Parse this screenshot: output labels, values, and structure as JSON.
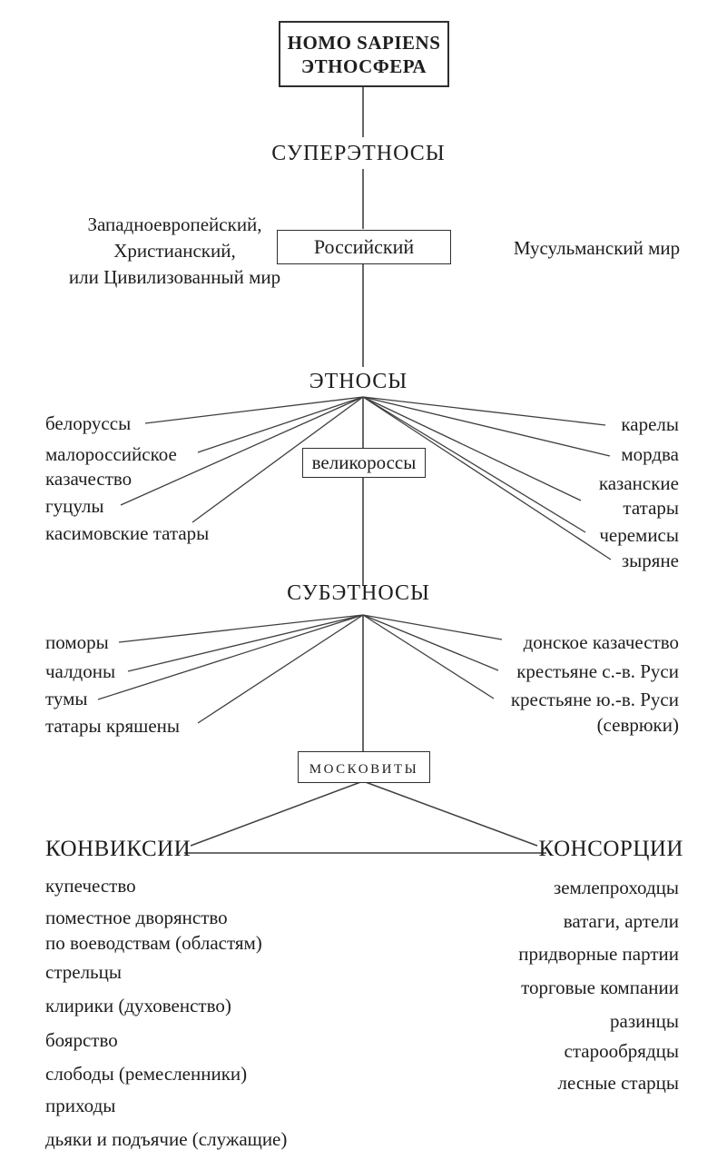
{
  "root": {
    "title": "HOMO SAPIENS\nЭТНОСФЕРА"
  },
  "levels": {
    "superethnos": "СУПЕРЭТНОСЫ",
    "ethnos": "ЭТНОСЫ",
    "subethnos": "СУБЭТНОСЫ",
    "convixia": "КОНВИКСИИ",
    "consortia": "КОНСОРЦИИ"
  },
  "superethnos": {
    "west": "Западноевропейский,\nХристианский,\nили Цивилизованный мир",
    "russian": "Российский",
    "muslim": "Мусульманский мир"
  },
  "ethnos": {
    "core": "великороссы",
    "left": [
      "белоруссы",
      "малороссийское\nказачество",
      "гуцулы",
      "касимовские татары"
    ],
    "right": [
      "карелы",
      "мордва",
      "казанские\nтатары",
      "черемисы",
      "зыряне"
    ]
  },
  "subethnos": {
    "core": "московиты",
    "left": [
      "поморы",
      "чалдоны",
      "тумы",
      "татары кряшены"
    ],
    "right": [
      "донское казачество",
      "крестьяне с.-в. Руси",
      "крестьяне ю.-в. Руси\n(севрюки)"
    ]
  },
  "convixia_items": [
    "купечество",
    "поместное дворянство\nпо воеводствам (областям)",
    "стрельцы",
    "клирики (духовенство)",
    "боярство",
    "слободы (ремесленники)",
    "приходы",
    "дьяки и подъячие (служащие)"
  ],
  "consortia_items": [
    "землепроходцы",
    "ватаги, артели",
    "придворные партии",
    "торговые компании",
    "разинцы",
    "старообрядцы",
    "лесные старцы"
  ],
  "colors": {
    "line": "#3f3f3f",
    "border": "#2e2e2e",
    "text": "#1e1e1e"
  }
}
